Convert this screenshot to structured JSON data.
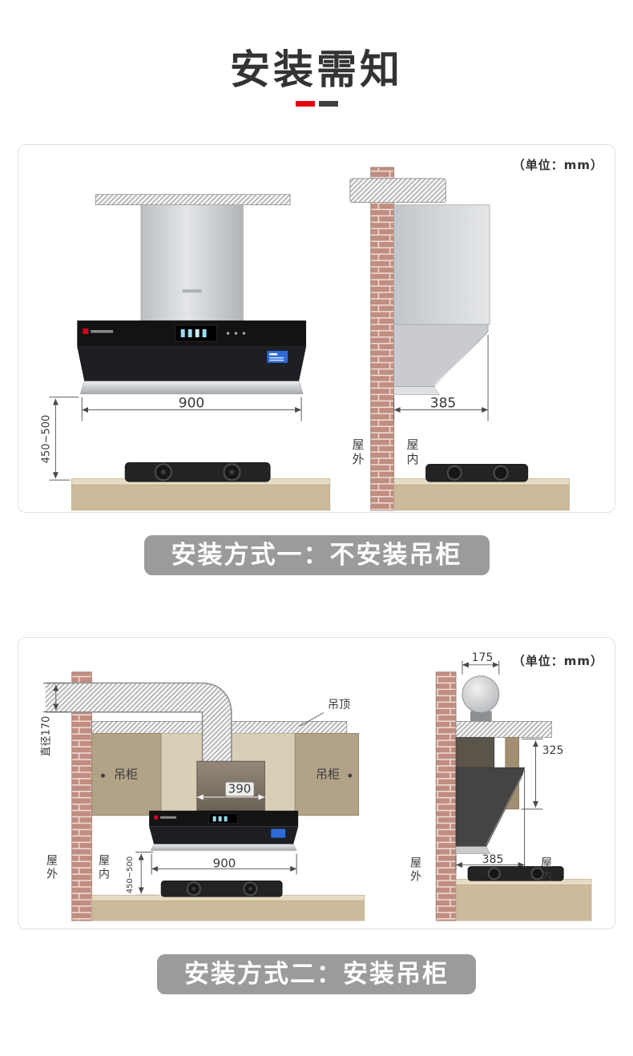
{
  "header": {
    "title": "安装需知"
  },
  "colors": {
    "accent_red": "#e60012",
    "mark_dark": "#404040",
    "caption_bg": "#9b9b9b",
    "brick": "#c18d80"
  },
  "panel1": {
    "unit": "（单位：mm）",
    "caption": "安装方式一：不安装吊柜",
    "dims": {
      "width": "900",
      "height": "450~500",
      "depth": "385"
    },
    "labels": {
      "outside": "屋外",
      "inside": "屋内"
    }
  },
  "panel2": {
    "unit": "（单位：mm）",
    "caption": "安装方式二：安装吊柜",
    "dims": {
      "duct_diameter": "直径170",
      "duct_cover_width": "390",
      "width": "900",
      "height": "450~500",
      "duct_offset": "175",
      "cabinet_depth": "325",
      "depth": "385"
    },
    "labels": {
      "ceiling": "吊顶",
      "cabinet_left": "吊柜",
      "cabinet_right": "吊柜",
      "outside_front": "屋外",
      "inside_front": "屋内",
      "outside_side": "屋外",
      "inside_side": "屋内"
    }
  }
}
